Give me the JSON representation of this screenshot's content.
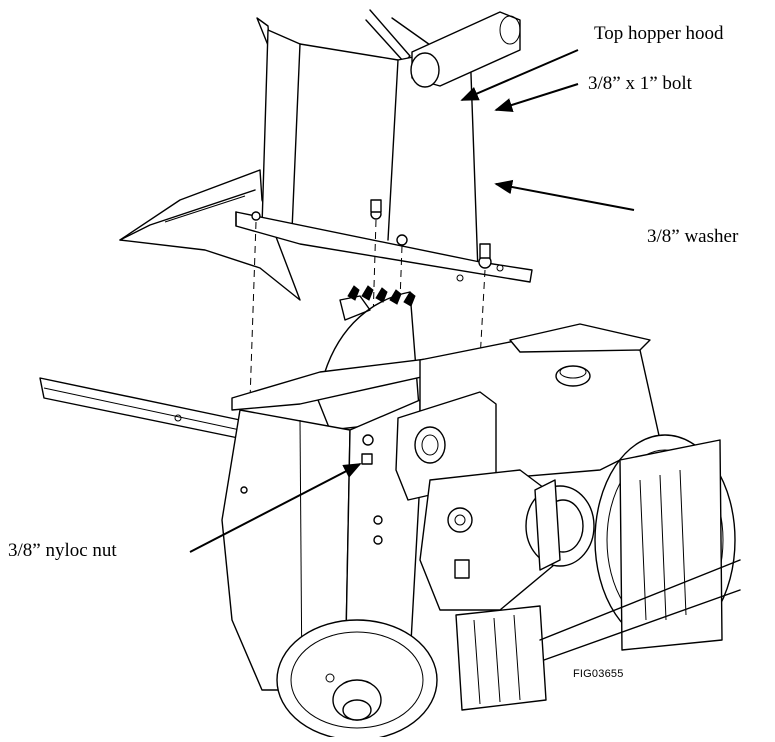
{
  "callouts": {
    "top_hopper_hood": "Top hopper hood",
    "bolt": "3/8” x 1” bolt",
    "washer": "3/8” washer",
    "nyloc_nut": "3/8” nyloc nut"
  },
  "figure_id": "FIG03655"
}
